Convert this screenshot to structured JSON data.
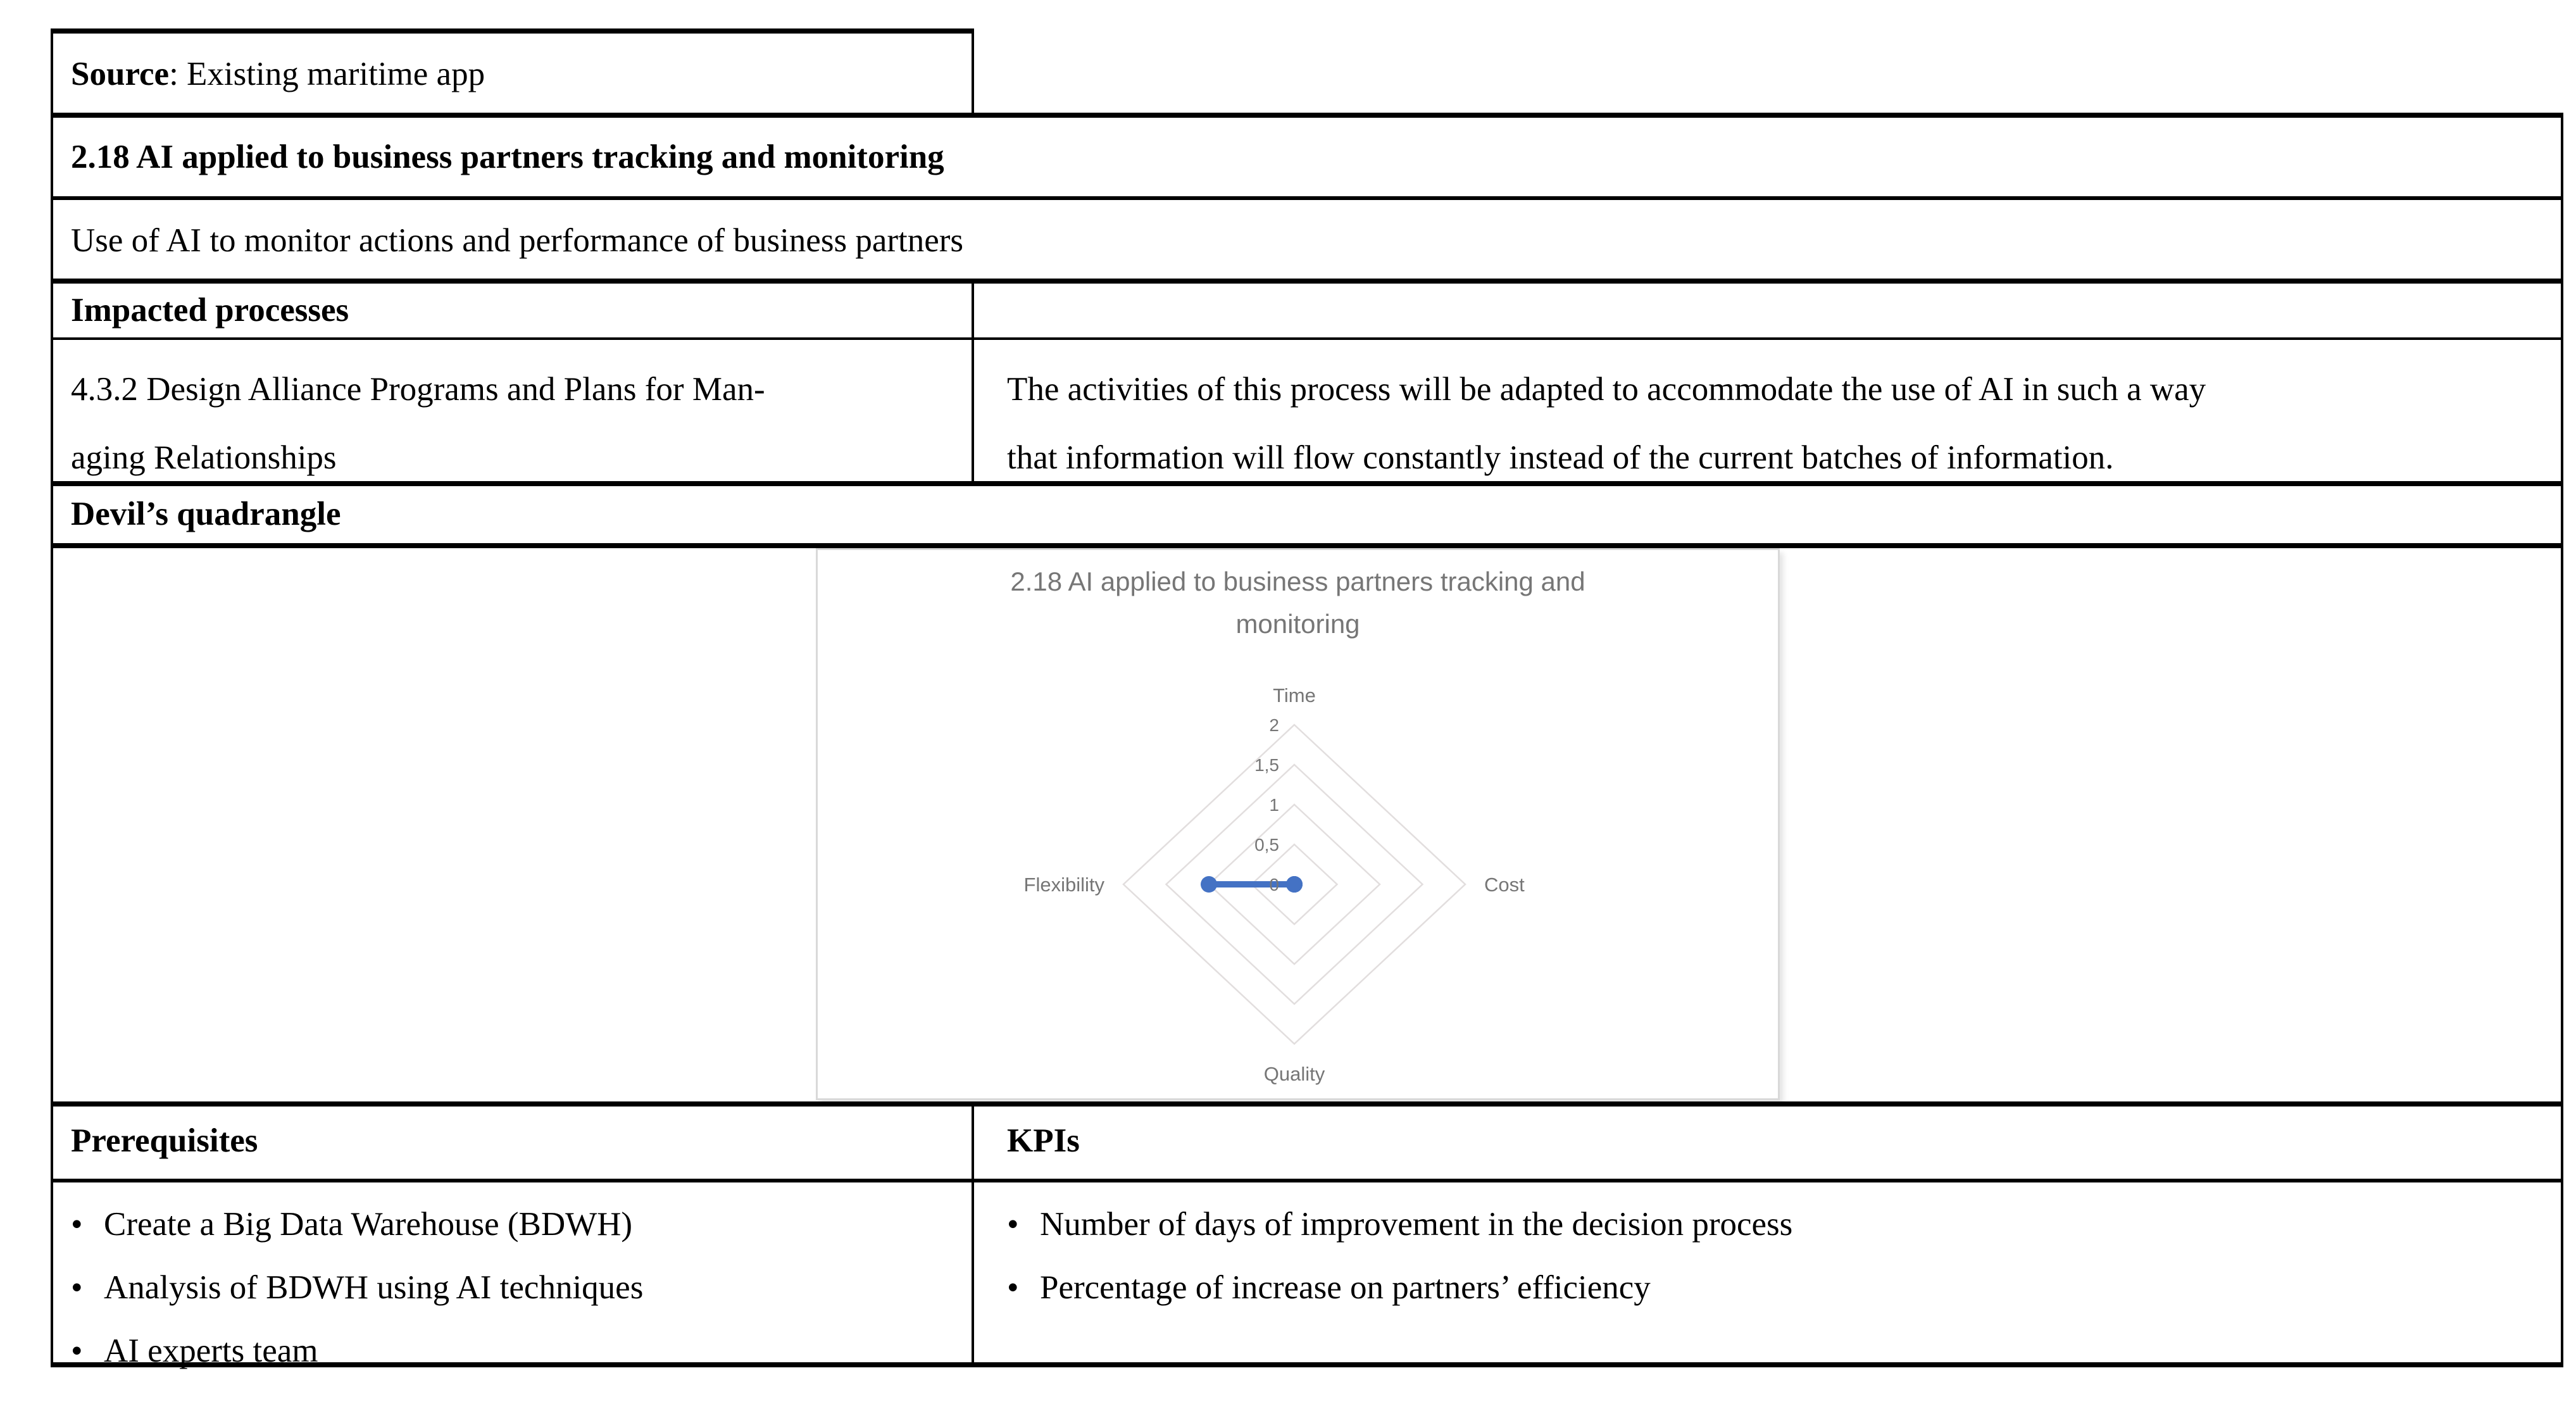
{
  "table": {
    "source": {
      "label": "Source",
      "text": ": Existing maritime app"
    },
    "section_title": "2.18 AI applied to business partners tracking and monitoring",
    "description": "Use of AI to monitor actions and performance of business partners",
    "impacted_processes_header": "Impacted processes",
    "impacted_process": {
      "name_line1": "4.3.2 Design Alliance Programs and Plans for Man-",
      "name_line2": "aging Relationships",
      "adaptation_line1": "The activities of this process will be adapted to accommodate the use of AI in such a way",
      "adaptation_line2": "that information will flow constantly instead of the current batches of information."
    },
    "devils_quadrangle_header": "Devil’s quadrangle",
    "bullet_char": "•",
    "prerequisites": {
      "header": "Prerequisites",
      "items": [
        "Create a Big Data Warehouse (BDWH)",
        "Analysis of BDWH using AI techniques",
        "AI experts team"
      ]
    },
    "kpis": {
      "header": "KPIs",
      "items": [
        "Number of days of improvement in the decision process",
        "Percentage of increase on partners’ efficiency"
      ]
    }
  },
  "chart_data": {
    "type": "radar",
    "title": "2.18 AI applied to business partners tracking and monitoring",
    "axes": [
      "Time",
      "Cost",
      "Quality",
      "Flexibility"
    ],
    "series": [
      {
        "name": "2.18 AI applied to business partners tracking and monitoring",
        "values": {
          "Time": 0,
          "Cost": 0,
          "Quality": 0,
          "Flexibility": 1
        }
      }
    ],
    "scale_min": 0,
    "scale_max": 2,
    "scale_step": 0.5,
    "ticks": [
      {
        "value": 2,
        "label": "2"
      },
      {
        "value": 1.5,
        "label": "1,5"
      },
      {
        "value": 1,
        "label": "1"
      },
      {
        "value": 0.5,
        "label": "0,5"
      },
      {
        "value": 0,
        "label": "0"
      }
    ],
    "grid": "concentric-diamonds",
    "legend": "none",
    "colors": {
      "series": "#4472C4",
      "grid": "#E2DEDE",
      "labels": "#767676"
    }
  }
}
